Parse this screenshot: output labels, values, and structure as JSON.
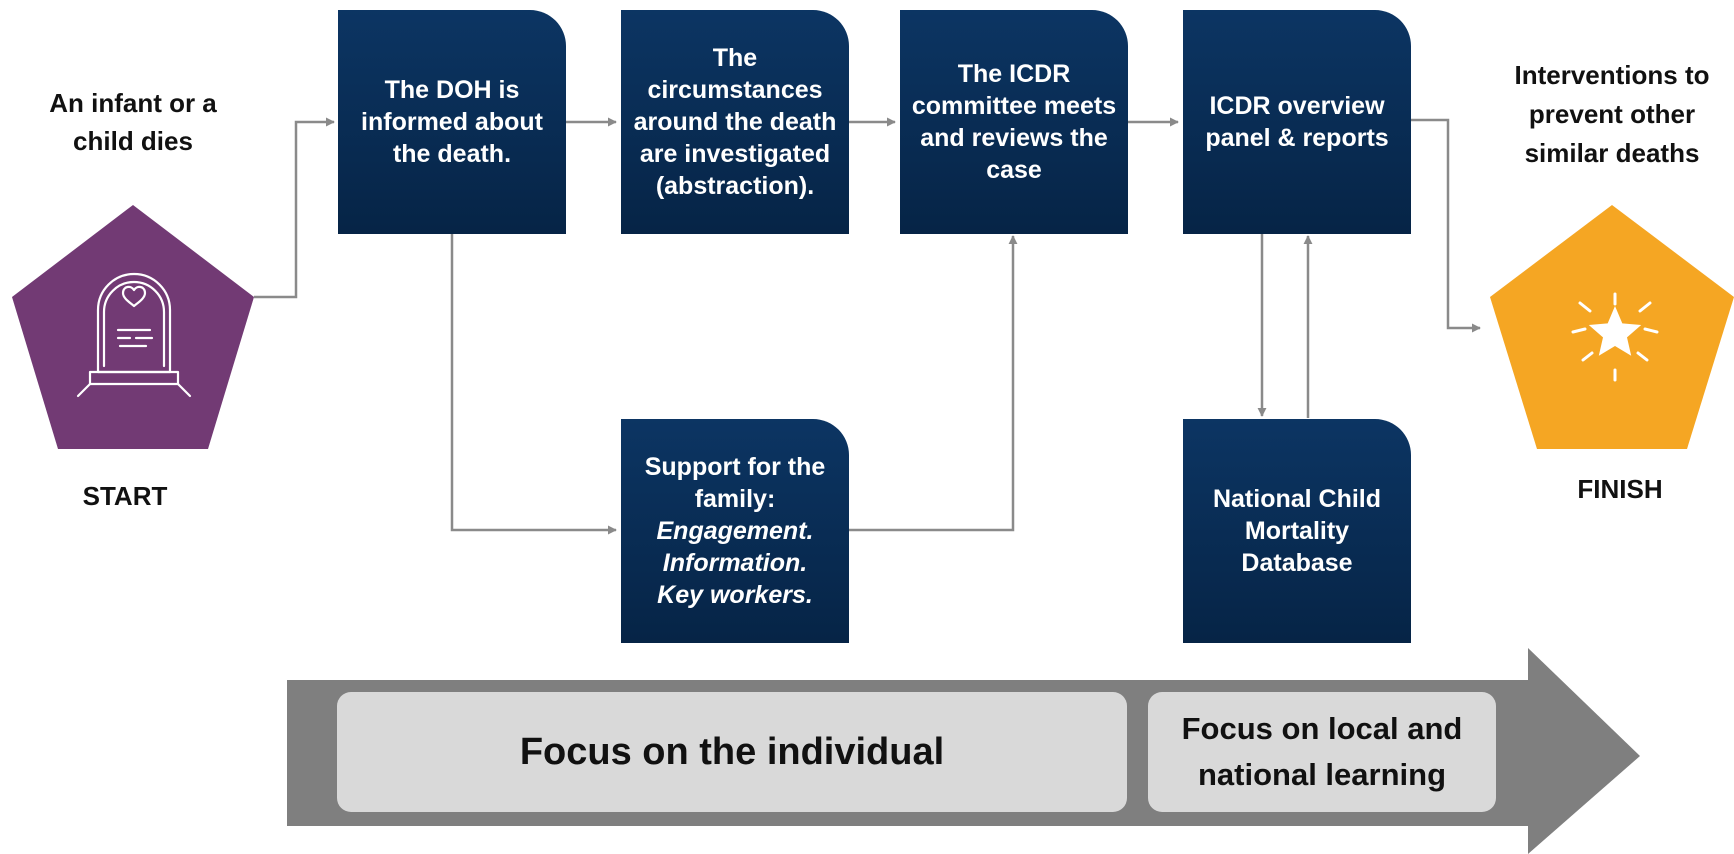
{
  "start": {
    "heading": "An infant or a child dies",
    "caption": "START",
    "color": "#723a74",
    "icon": "gravestone-heart-icon"
  },
  "finish": {
    "heading": "Interventions to prevent other similar deaths",
    "caption": "FINISH",
    "color": "#f5a623",
    "icon": "sparkle-star-icon"
  },
  "steps": {
    "doh_informed": "The DOH is informed about the death.",
    "investigated": "The circumstances around the death are investigated (abstraction).",
    "committee": "The ICDR committee meets and reviews the case",
    "overview": "ICDR overview panel & reports",
    "support_title": "Support for the family:",
    "support_items": [
      "Engagement.",
      "Information.",
      "Key workers."
    ],
    "database": "National Child Mortality Database"
  },
  "focus": {
    "individual": "Focus on the individual",
    "learning": "Focus on local and national learning"
  },
  "colors": {
    "box": "#0c3563",
    "connector": "#8a8a8a",
    "band_arrow": "#7f7f7f",
    "band_fill": "#d9d9d9"
  }
}
